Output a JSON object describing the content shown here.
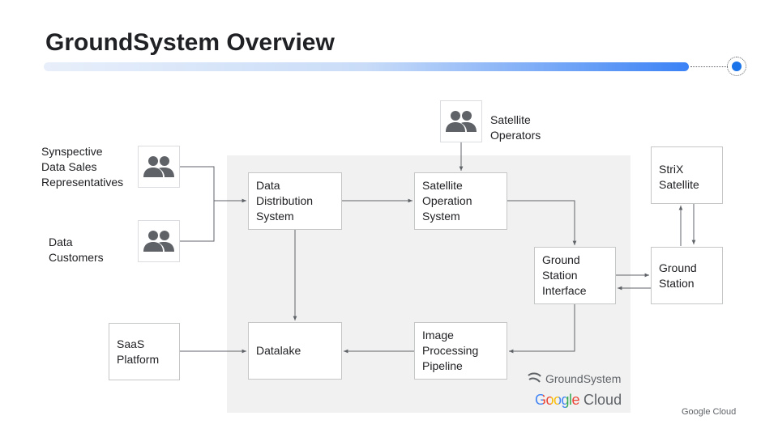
{
  "slide": {
    "title": "GroundSystem Overview"
  },
  "actors": {
    "satellite_operators": "Satellite\nOperators",
    "sales_reps": "Synspective\nData Sales\nRepresentatives",
    "data_customers": "Data\nCustomers"
  },
  "nodes": {
    "data_distribution": "Data\nDistribution\nSystem",
    "satellite_operation": "Satellite\nOperation\nSystem",
    "ground_station_interface": "Ground\nStation\nInterface",
    "ground_station": "Ground\nStation",
    "strix_satellite": "StriX\nSatellite",
    "saas_platform": "SaaS\nPlatform",
    "datalake": "Datalake",
    "image_processing": "Image\nProcessing\nPipeline"
  },
  "branding": {
    "groundsystem": "GroundSystem",
    "google_cloud_google": "Google",
    "google_cloud_cloud": "Cloud",
    "footer": "Google Cloud"
  },
  "colors": {
    "accent_blue": "#1a73e8",
    "gcp_area_bg": "#f1f1f1",
    "google_blue": "#4285f4",
    "google_red": "#ea4335",
    "google_yellow": "#fbbc04",
    "google_green": "#34a853"
  },
  "icons": {
    "people": "people-icon",
    "groundsystem_logo": "groundsystem-logo-icon"
  }
}
